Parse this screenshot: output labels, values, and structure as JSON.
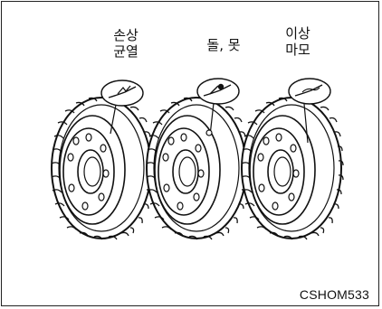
{
  "labels": [
    {
      "line1": "손상",
      "line2": "균열"
    },
    {
      "line1": "돌, 못",
      "line2": ""
    },
    {
      "line1": "이상",
      "line2": "마모"
    }
  ],
  "figure_code": "CSHOM533",
  "colors": {
    "ink": "#111111",
    "background": "#ffffff"
  },
  "icons": [
    "cut-damage-icon",
    "stone-nail-icon",
    "abnormal-wear-icon",
    "tire-icon"
  ]
}
